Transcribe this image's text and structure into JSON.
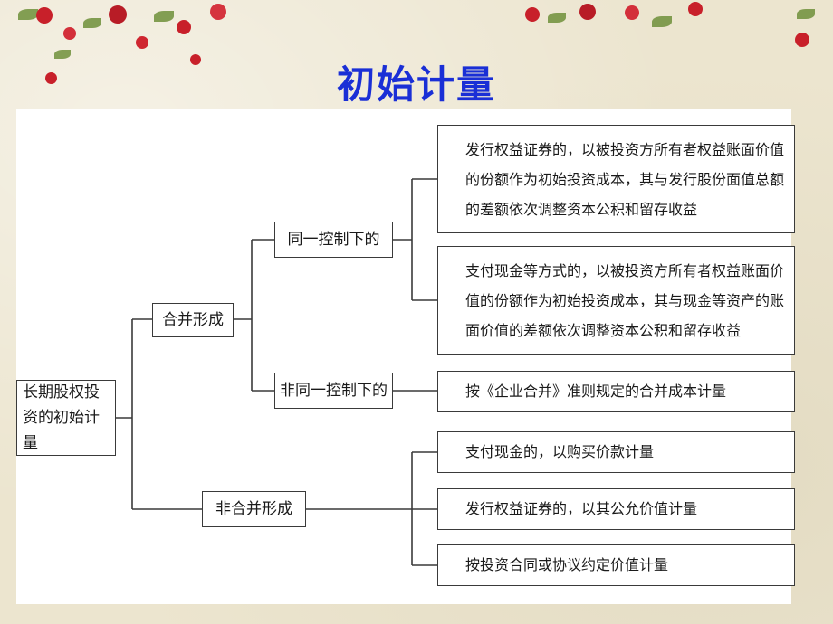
{
  "title": "初始计量",
  "diagram": {
    "root": "长期股权投资的初始计量",
    "branches": [
      {
        "label": "合并形成",
        "children": [
          {
            "label": "同一控制下的",
            "leaves": [
              "发行权益证券的，以被投资方所有者权益账面价值的份额作为初始投资成本，其与发行股份面值总额的差额依次调整资本公积和留存收益",
              "支付现金等方式的，以被投资方所有者权益账面价值的份额作为初始投资成本，其与现金等资产的账面价值的差额依次调整资本公积和留存收益"
            ]
          },
          {
            "label": "非同一控制下的",
            "leaves": [
              "按《企业合并》准则规定的合并成本计量"
            ]
          }
        ]
      },
      {
        "label": "非合并形成",
        "leaves": [
          "支付现金的，以购买价款计量",
          "发行权益证券的，以其公允价值计量",
          "按投资合同或协议约定价值计量"
        ]
      }
    ]
  },
  "colors": {
    "title": "#1a2fd6",
    "line": "#3a3a3a",
    "background": "#ece5cf",
    "flower": "#c8202a",
    "leaf": "#6f8f3a"
  }
}
